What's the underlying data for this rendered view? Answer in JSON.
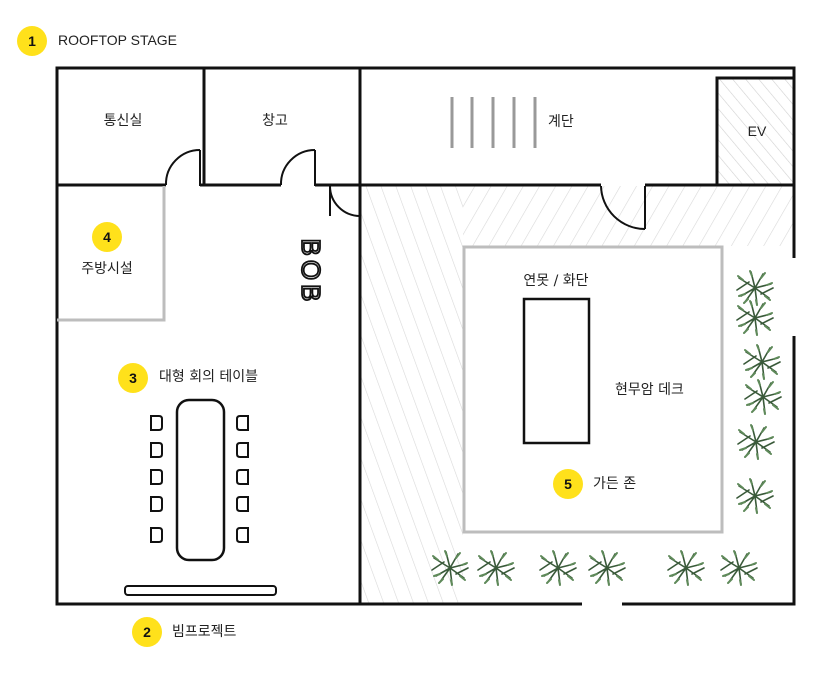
{
  "title": "ROOFTOP STAGE",
  "markers": [
    {
      "num": "1",
      "label": "ROOFTOP STAGE"
    },
    {
      "num": "2",
      "label": "빔프로젝트"
    },
    {
      "num": "3",
      "label": "대형 회의 테이블"
    },
    {
      "num": "4",
      "label": "주방시설"
    },
    {
      "num": "5",
      "label": "가든 존"
    }
  ],
  "rooms": {
    "comm": "통신실",
    "storage": "창고",
    "stairs": "계단",
    "ev": "EV",
    "deck": "현무암 데크",
    "smoking": "연못 / 화단",
    "bob": "BOB"
  },
  "colors": {
    "marker": "#FFE11B",
    "wall": "#111111",
    "zone_border": "#bdbdbd",
    "hatch": "#d8d8d8",
    "plant": "#3a5a3a"
  }
}
